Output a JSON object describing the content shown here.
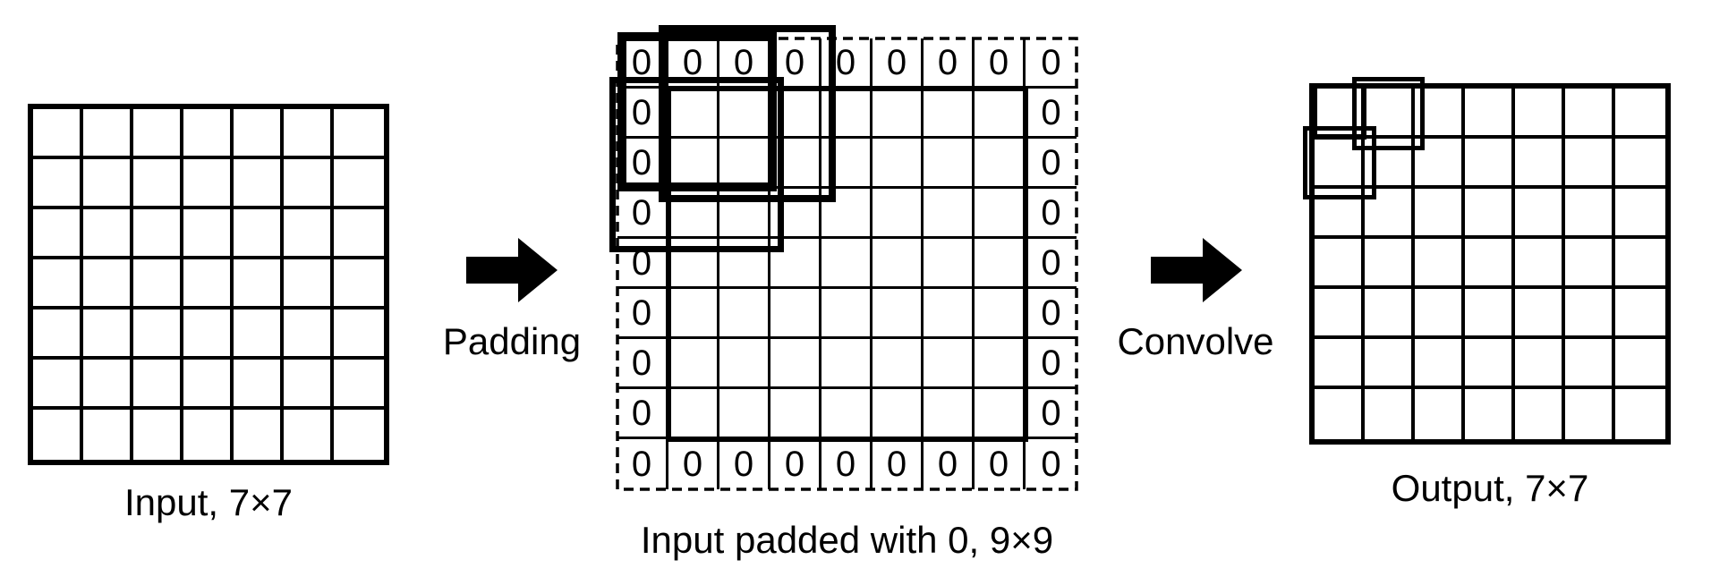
{
  "figure": {
    "background_color": "#ffffff",
    "stroke_color": "#000000"
  },
  "input_grid": {
    "label": "Input, 7×7",
    "rows": 7,
    "cols": 7
  },
  "padded_grid": {
    "label": "Input padded with 0, 9×9",
    "rows": 9,
    "cols": 9,
    "pad_value": "0"
  },
  "output_grid": {
    "label": "Output, 7×7",
    "rows": 7,
    "cols": 7
  },
  "arrows": {
    "padding_label": "Padding",
    "convolve_label": "Convolve"
  },
  "kernel_overlays": {
    "red": "#db392c",
    "green": "#52a636",
    "blue": "#4aa2e3"
  }
}
